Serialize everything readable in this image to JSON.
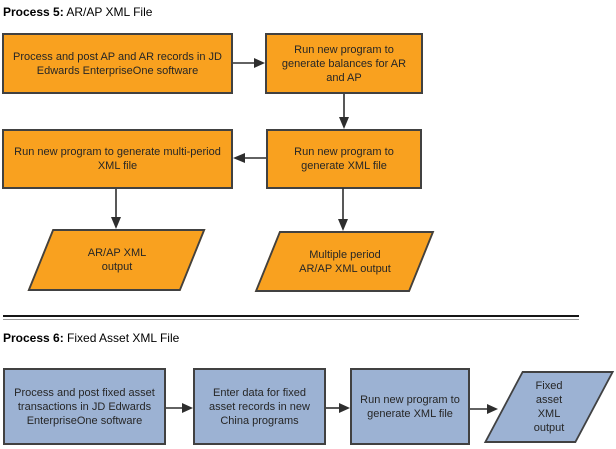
{
  "colors": {
    "process5_fill": "#F9A11F",
    "process6_fill": "#9CB2D3",
    "border": "#414141",
    "arrow": "#2e2e2e",
    "text": "#262626"
  },
  "process5": {
    "title_prefix": "Process 5:",
    "title_rest": " AR/AP XML File",
    "nodes": [
      {
        "id": "post-ap-ar",
        "type": "process",
        "label": "Process and post AP and AR records in JD Edwards EnterpriseOne software"
      },
      {
        "id": "generate-balances",
        "type": "process",
        "label": "Run new program to generate balances for AR and AP"
      },
      {
        "id": "generate-multi-period-xml",
        "type": "process",
        "label": "Run new program to generate multi-period XML file"
      },
      {
        "id": "generate-xml",
        "type": "process",
        "label": "Run new program to generate XML file"
      },
      {
        "id": "arap-xml-output",
        "type": "output",
        "label": "AR/AP XML output"
      },
      {
        "id": "multiple-period-output",
        "type": "output",
        "label": "Multiple period AR/AP XML output"
      }
    ],
    "edges": [
      {
        "from": "post-ap-ar",
        "to": "generate-balances"
      },
      {
        "from": "generate-balances",
        "to": "generate-xml"
      },
      {
        "from": "generate-xml",
        "to": "generate-multi-period-xml"
      },
      {
        "from": "generate-multi-period-xml",
        "to": "arap-xml-output"
      },
      {
        "from": "generate-xml",
        "to": "multiple-period-output"
      }
    ]
  },
  "process6": {
    "title_prefix": "Process 6:",
    "title_rest": " Fixed Asset XML File",
    "nodes": [
      {
        "id": "post-fixed-asset",
        "type": "process",
        "label": "Process and post fixed asset transactions in JD Edwards EnterpriseOne software"
      },
      {
        "id": "enter-fixed-asset-data",
        "type": "process",
        "label": "Enter data for fixed asset records in new China programs"
      },
      {
        "id": "generate-xml",
        "type": "process",
        "label": "Run new program to generate XML file"
      },
      {
        "id": "fixed-asset-xml-output",
        "type": "output",
        "label": "Fixed asset XML output"
      }
    ],
    "edges": [
      {
        "from": "post-fixed-asset",
        "to": "enter-fixed-asset-data"
      },
      {
        "from": "enter-fixed-asset-data",
        "to": "generate-xml"
      },
      {
        "from": "generate-xml",
        "to": "fixed-asset-xml-output"
      }
    ]
  }
}
